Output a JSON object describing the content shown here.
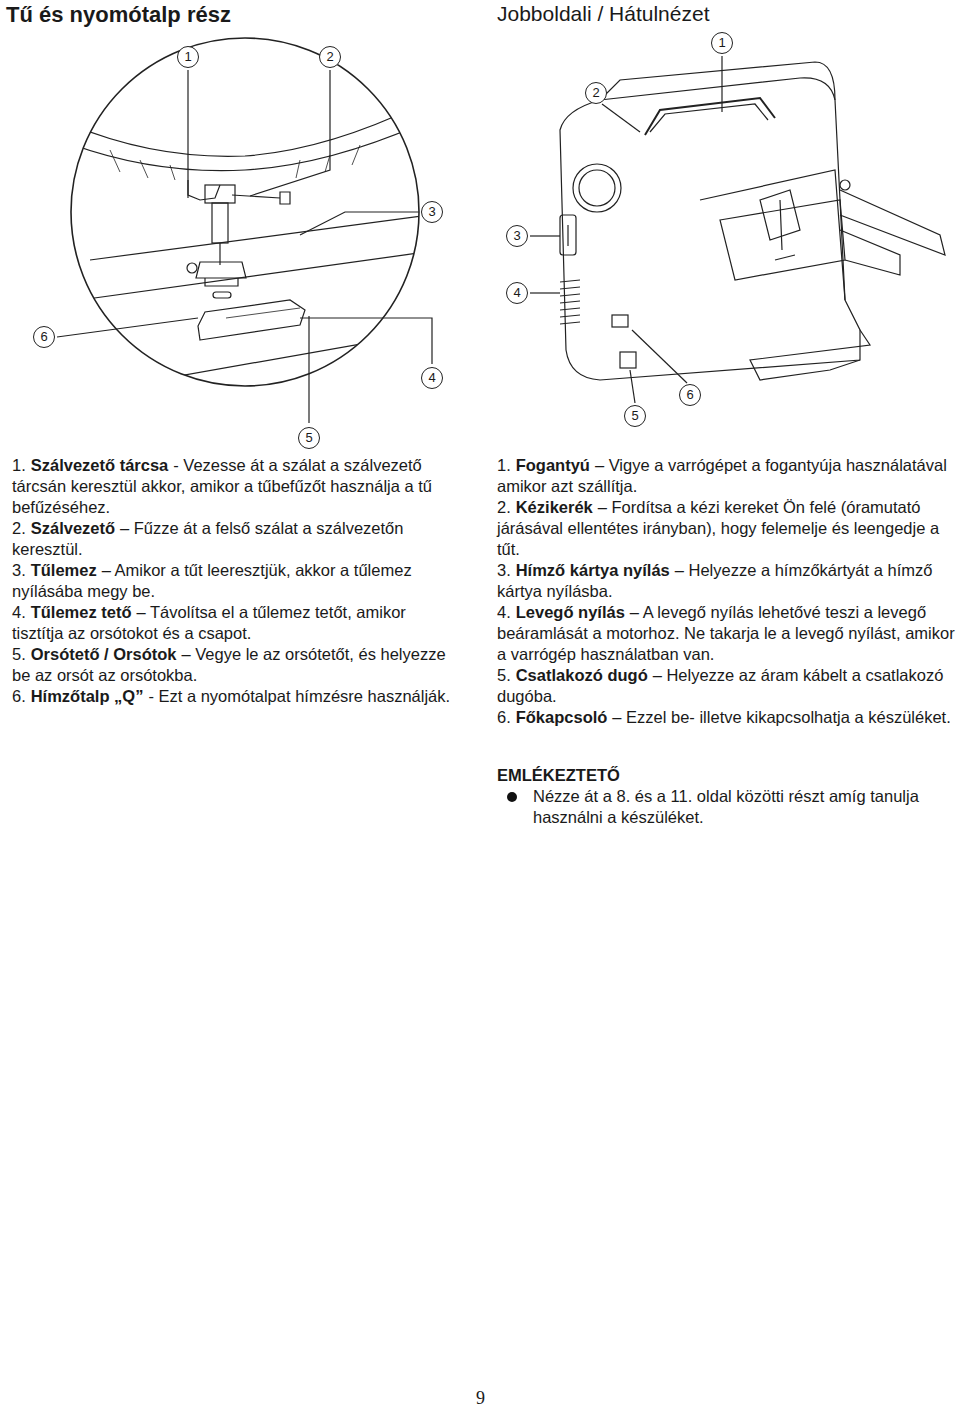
{
  "diagram": {
    "title": "Tű és nyomótalp rész",
    "labels": [
      "Jobboldali / Hátulnézet",
      "1",
      "2",
      "3",
      "4",
      "5",
      "6",
      "1",
      "2",
      "3",
      "4",
      "5",
      "6",
      "1.",
      "Szálvezető tárcsa",
      "- Vezesse át a szálat a szálvezető tárcsán keresztül akkor, amikor a tűbefűzőt használja a tű befűzéséhez.",
      "2.",
      "Szálvezető",
      "– Fűzze át a felső szálat a szálvezetőn keresztül.",
      "3.",
      "Tűlemez",
      "– Amikor a tűt leeresztjük, akkor a tűlemez nyílásába megy be.",
      "4.",
      "Tűlemez tető",
      "– Távolítsa el a tűlemez tetőt, amikor tisztítja az orsótokot és a csapot.",
      "5.",
      "Orsótető / Orsótok",
      "– Vegye le az orsótetőt, és helyezze be az orsót az orsótokba.",
      "6.",
      "Hímzőtalp „Q”",
      "- Ezt a nyomótalpat hímzésre használják.",
      "1.",
      "Fogantyú",
      "– Vigye a varrógépet a fogantyúja használatával amikor azt szállítja.",
      "2.",
      "Kézikerék",
      "– Fordítsa a kézi kereket Ön felé (óramutató járásával ellentétes irányban), hogy felemelje és leengedje a tűt.",
      "3.",
      "Hímző kártya nyílás",
      "– Helyezze a hímzőkártyát a hímző kártya nyílásba.",
      "4.",
      "Levegő nyílás",
      "– A levegő nyílás lehetővé teszi a levegő beáramlását a motorhoz. Ne takarja le a levegő nyílást, amikor a varrógép használatban van.",
      "5.",
      "Csatlakozó dugó",
      "– Helyezze az áram kábelt a csatlakozó dugóba.",
      "6.",
      "Főkapcsoló",
      "– Ezzel be- illetve kikapcsolhatja a készüléket.",
      "EMLÉKEZTETŐ",
      "Nézze át a 8. és a 11. oldal közötti részt amíg tanulja használni a készüléket.",
      "9"
    ]
  }
}
